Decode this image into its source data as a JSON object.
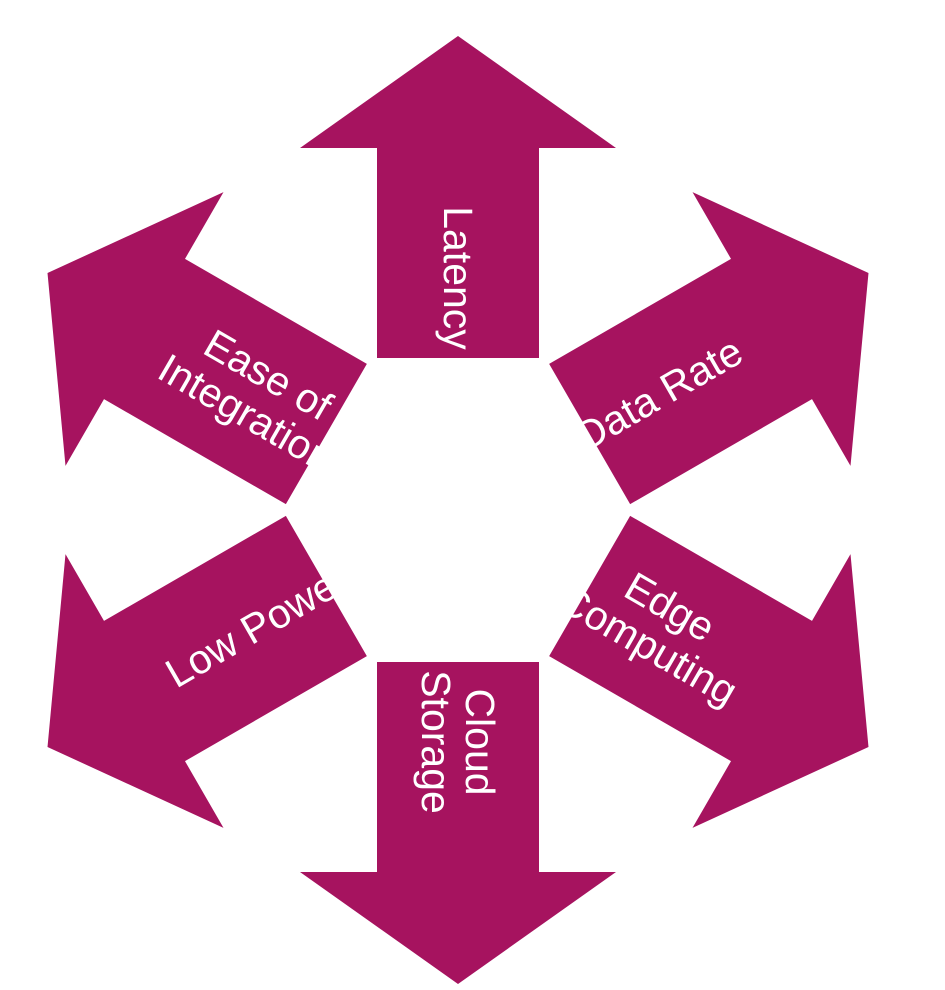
{
  "diagram": {
    "arrow_color": "#a6135f",
    "label_color": "#ffffff",
    "arrows": [
      {
        "id": "latency",
        "lines": [
          "Latency"
        ]
      },
      {
        "id": "data-rate",
        "lines": [
          "Data Rate"
        ]
      },
      {
        "id": "edge-computing",
        "lines": [
          "Edge",
          "Computing"
        ]
      },
      {
        "id": "cloud-storage",
        "lines": [
          "Cloud",
          "Storage"
        ]
      },
      {
        "id": "low-power",
        "lines": [
          "Low Power"
        ]
      },
      {
        "id": "ease-of-integration",
        "lines": [
          "Ease of",
          "Integration"
        ]
      }
    ]
  }
}
